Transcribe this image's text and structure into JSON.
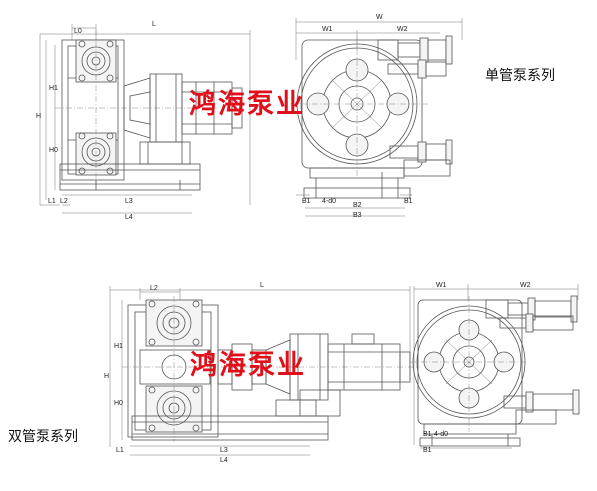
{
  "labels": {
    "single_series": "单管泵系列",
    "double_series": "双管泵系列",
    "watermark": "鸿海泵业"
  },
  "dims_top_front": {
    "L": "L",
    "L0": "L0",
    "H": "H",
    "H1": "H1",
    "H0": "H0",
    "L1": "L1",
    "L2": "L2",
    "L3": "L3",
    "L4": "L4"
  },
  "dims_top_side": {
    "W": "W",
    "W1": "W1",
    "W2": "W2",
    "B1": "B1",
    "B2": "B2",
    "B3": "B3",
    "bolt": "4-d0"
  },
  "dims_bottom_front": {
    "L": "L",
    "L2": "L2",
    "H": "H",
    "H1": "H1",
    "H0": "H0",
    "L1": "L1",
    "L3": "L3",
    "L4": "L4"
  },
  "dims_bottom_side": {
    "W1": "W1",
    "W2": "W2",
    "B1": "B1",
    "bolt": "4-d0"
  },
  "colors": {
    "line": "#555555",
    "watermark": "#e0101a"
  }
}
